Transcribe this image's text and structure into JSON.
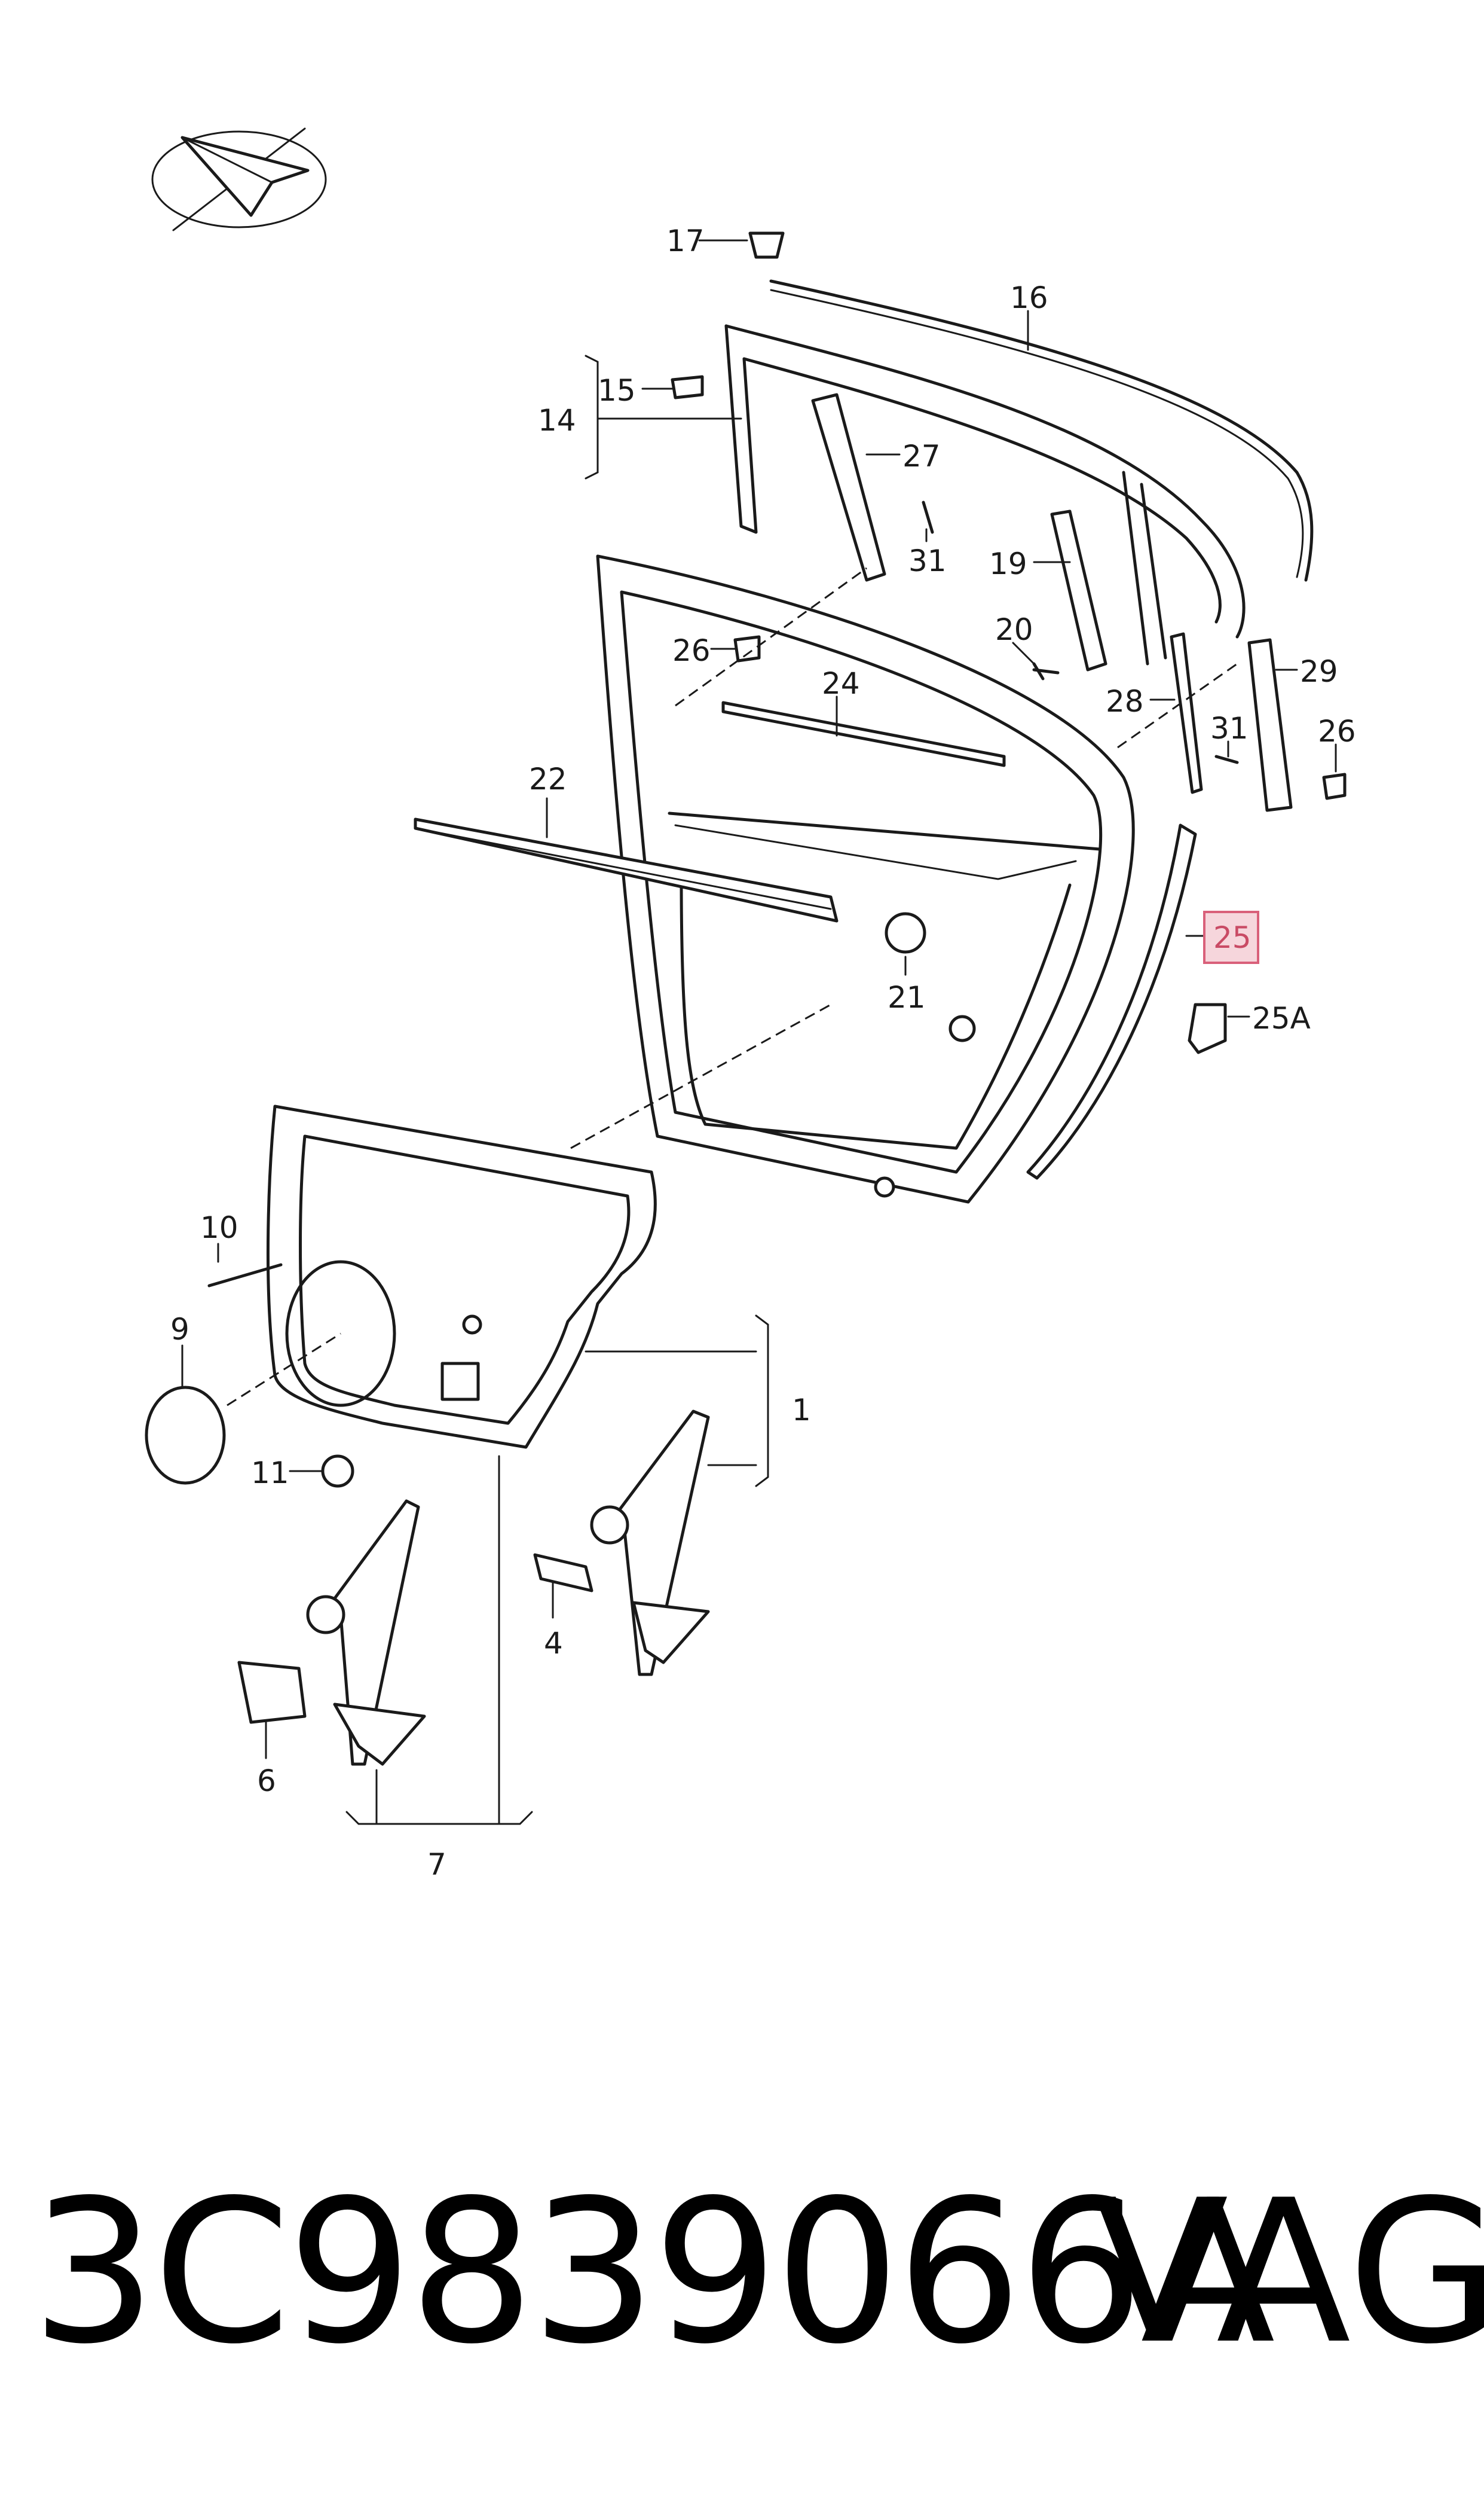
{
  "labels": {
    "l1": "1",
    "l4": "4",
    "l6": "6",
    "l7": "7",
    "l9": "9",
    "l10": "10",
    "l11": "11",
    "l14": "14",
    "l15": "15",
    "l16": "16",
    "l17": "17",
    "l19": "19",
    "l20": "20",
    "l21": "21",
    "l22": "22",
    "l24": "24",
    "l25": "25",
    "l25a": "25A",
    "l26a": "26",
    "l26b": "26",
    "l27": "27",
    "l28": "28",
    "l29": "29",
    "l31a": "31",
    "l31b": "31"
  },
  "highlighted_label": "25",
  "footer": {
    "part_number": "3C9839066A",
    "brand": "VAG"
  },
  "colors": {
    "highlight_fill": "#f6d6dc",
    "highlight_stroke": "#d9607a",
    "line": "#1a1a1a"
  },
  "icons": {
    "orientation": "direction-arrow-icon"
  }
}
